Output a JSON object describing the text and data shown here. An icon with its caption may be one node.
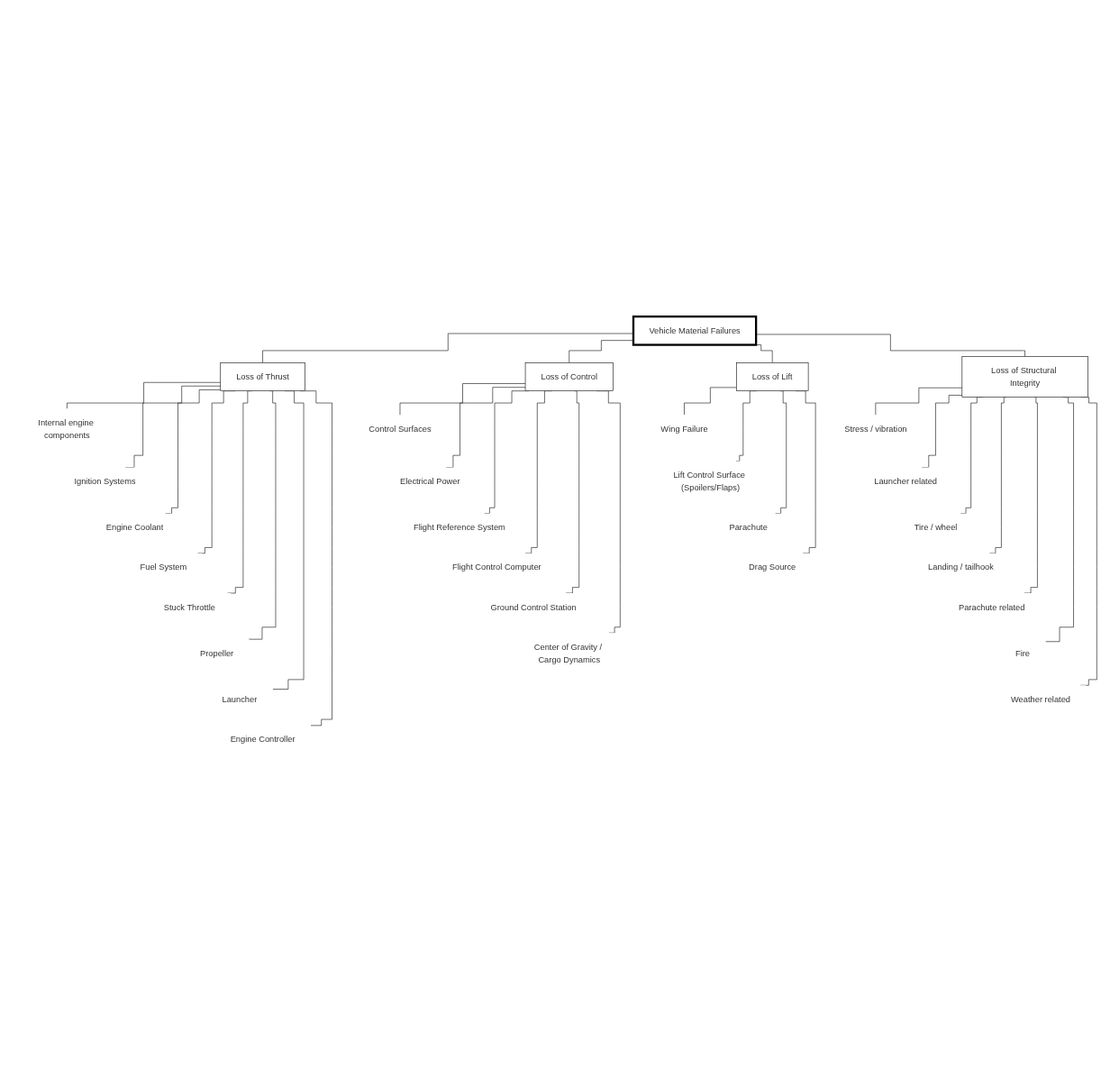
{
  "diagram": {
    "nodes": [
      {
        "text": [
          "Vehicle Material Failures"
        ]
      },
      {
        "text": [
          "Loss of Thrust"
        ]
      },
      {
        "text": [
          "Loss of Control"
        ]
      },
      {
        "text": [
          "Loss of Lift"
        ]
      },
      {
        "text": [
          "Loss of Structural Integrity"
        ]
      },
      {
        "text": [
          "Internal engine components"
        ]
      },
      {
        "text": [
          "Ignition Systems"
        ]
      },
      {
        "text": [
          "Engine Coolant"
        ]
      },
      {
        "text": [
          "Fuel System"
        ]
      },
      {
        "text": [
          "Stuck Throttle"
        ]
      },
      {
        "text": [
          "Propeller"
        ]
      },
      {
        "text": [
          "Launcher"
        ]
      },
      {
        "text": [
          "Engine Controller"
        ]
      },
      {
        "text": [
          "Control Surfaces"
        ]
      },
      {
        "text": [
          "Electrical Power"
        ]
      },
      {
        "text": [
          "Flight Reference System"
        ]
      },
      {
        "text": [
          "Flight Control Computer"
        ]
      },
      {
        "text": [
          "Ground Control Station"
        ]
      },
      {
        "text": [
          "Center of Gravity / Cargo Dynamics"
        ]
      },
      {
        "text": [
          "Wing Failure"
        ]
      },
      {
        "text": [
          "Lift Control Surface (Spoilers/Flaps)"
        ]
      },
      {
        "text": [
          "Parachute"
        ]
      },
      {
        "text": [
          "Drag Source"
        ]
      },
      {
        "text": [
          "Stress / vibration"
        ]
      },
      {
        "text": [
          "Launcher related"
        ]
      },
      {
        "text": [
          "Tire / wheel"
        ]
      },
      {
        "text": [
          "Landing / tailhook"
        ]
      },
      {
        "text": [
          "Parachute related"
        ]
      },
      {
        "text": [
          "Fire"
        ]
      },
      {
        "text": [
          "Weather related"
        ]
      }
    ],
    "edges": [
      {
        "from": 0,
        "to": 1,
        "arrow": "none"
      },
      {
        "from": 0,
        "to": 2,
        "arrow": "none"
      },
      {
        "from": 0,
        "to": 3,
        "arrow": "none"
      },
      {
        "from": 0,
        "to": 4,
        "arrow": "none"
      },
      {
        "from": 1,
        "to": 5,
        "arrow": "none"
      },
      {
        "from": 1,
        "to": 6,
        "arrow": "none"
      },
      {
        "from": 1,
        "to": 7,
        "arrow": "none"
      },
      {
        "from": 1,
        "to": 8,
        "arrow": "none"
      },
      {
        "from": 1,
        "to": 9,
        "arrow": "none"
      },
      {
        "from": 1,
        "to": 10,
        "arrow": "none"
      },
      {
        "from": 1,
        "to": 11,
        "arrow": "none"
      },
      {
        "from": 1,
        "to": 12,
        "arrow": "none"
      },
      {
        "from": 2,
        "to": 13,
        "arrow": "none"
      },
      {
        "from": 2,
        "to": 14,
        "arrow": "none"
      },
      {
        "from": 2,
        "to": 15,
        "arrow": "none"
      },
      {
        "from": 2,
        "to": 16,
        "arrow": "none"
      },
      {
        "from": 2,
        "to": 17,
        "arrow": "none"
      },
      {
        "from": 2,
        "to": 18,
        "arrow": "none"
      },
      {
        "from": 3,
        "to": 19,
        "arrow": "none"
      },
      {
        "from": 3,
        "to": 20,
        "arrow": "none"
      },
      {
        "from": 3,
        "to": 21,
        "arrow": "none"
      },
      {
        "from": 3,
        "to": 22,
        "arrow": "none"
      },
      {
        "from": 4,
        "to": 23,
        "arrow": "none"
      },
      {
        "from": 4,
        "to": 24,
        "arrow": "none"
      },
      {
        "from": 4,
        "to": 25,
        "arrow": "none"
      },
      {
        "from": 4,
        "to": 26,
        "arrow": "none"
      },
      {
        "from": 4,
        "to": 27,
        "arrow": "none"
      },
      {
        "from": 4,
        "to": 28,
        "arrow": "none"
      },
      {
        "from": 4,
        "to": 29,
        "arrow": "none"
      }
    ]
  }
}
